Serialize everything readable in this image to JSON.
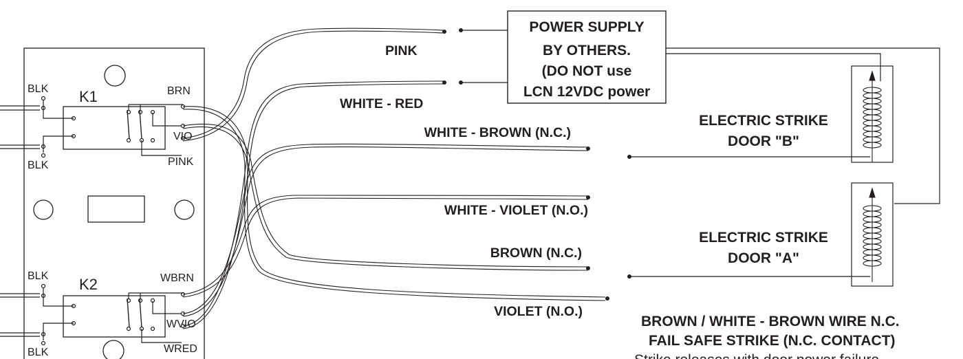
{
  "relay_board": {
    "k1": {
      "title": "K1",
      "left_top": "BLK",
      "left_bottom": "BLK",
      "right_top": "BRN",
      "right_mid": "VIO",
      "right_bottom": "PINK"
    },
    "k2": {
      "title": "K2",
      "left_top": "BLK",
      "left_bottom": "BLK",
      "right_top": "WBRN",
      "right_mid": "WVIO",
      "right_bottom": "WRED"
    }
  },
  "wires": {
    "pink": "PINK",
    "white_red": "WHITE - RED",
    "white_brown": "WHITE - BROWN (N.C.)",
    "white_violet": "WHITE - VIOLET (N.O.)",
    "brown": "BROWN (N.C.)",
    "violet": "VIOLET (N.O.)"
  },
  "power_supply": {
    "line1": "POWER SUPPLY",
    "line2": "BY OTHERS.",
    "line3": "(DO NOT use",
    "line4": "LCN 12VDC power"
  },
  "strike_b": {
    "line1": "ELECTRIC STRIKE",
    "line2": "DOOR \"B\""
  },
  "strike_a": {
    "line1": "ELECTRIC STRIKE",
    "line2": "DOOR \"A\""
  },
  "notes": {
    "line1": "BROWN  / WHITE - BROWN WIRE N.C.",
    "line2": "FAIL SAFE STRIKE (N.C. CONTACT)",
    "line3": "Strike releases with door power failure"
  }
}
